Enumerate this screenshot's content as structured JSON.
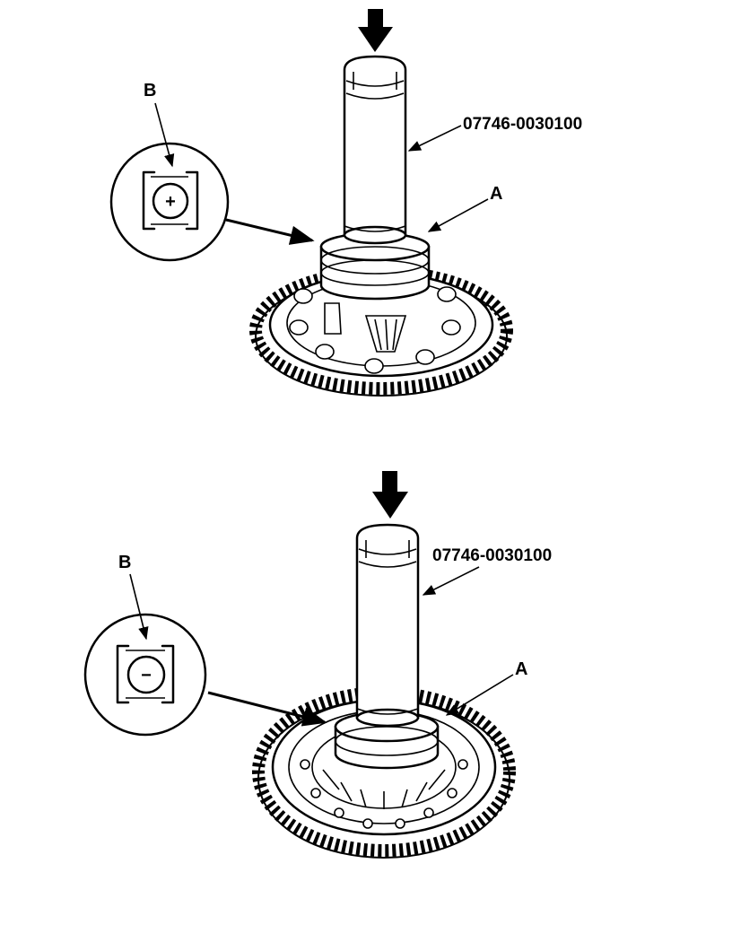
{
  "figures": [
    {
      "tool_label": "07746-0030100",
      "callout_a": "A",
      "callout_b": "B",
      "bearing_symbol": "+"
    },
    {
      "tool_label": "07746-0030100",
      "callout_a": "A",
      "callout_b": "B",
      "bearing_symbol": "−"
    }
  ],
  "colors": {
    "ink": "#000000",
    "paper": "#ffffff"
  }
}
